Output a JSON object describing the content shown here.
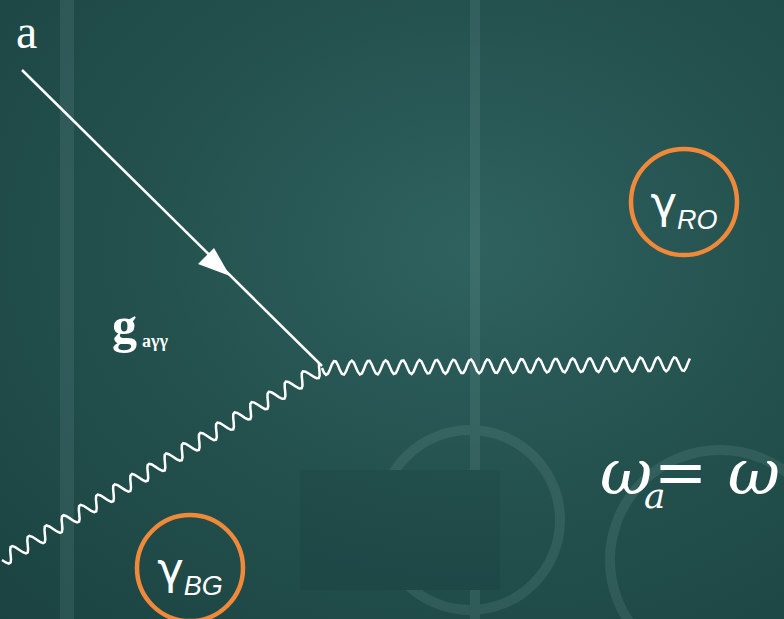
{
  "diagram": {
    "nodes": [
      {
        "text": [
          "γ",
          "RO"
        ]
      },
      {
        "text": [
          "γ",
          "BG"
        ]
      }
    ],
    "labels": [
      "a",
      "g",
      "aγγ",
      "ω",
      "a",
      "= ω"
    ]
  }
}
